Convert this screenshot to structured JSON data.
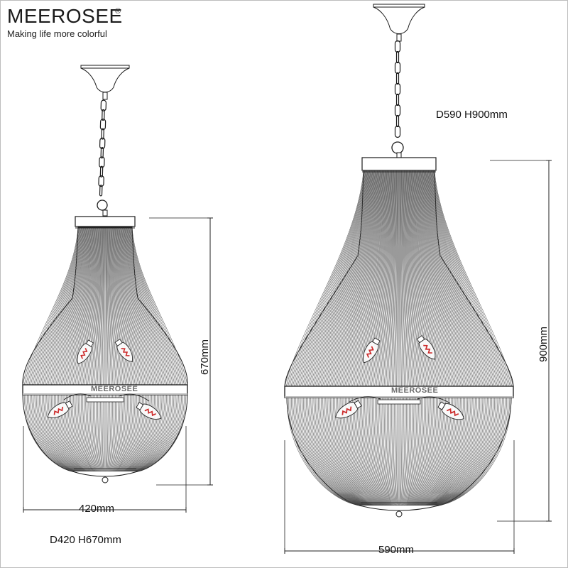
{
  "brand": {
    "name": "MEEROSEE",
    "registered": "®",
    "tagline": "Making life more colorful"
  },
  "small_model": {
    "caption": "D420 H670mm",
    "width_label": "420mm",
    "height_label": "670mm",
    "watermark": "MEEROSEE"
  },
  "large_model": {
    "caption": "D590 H900mm",
    "width_label": "590mm",
    "height_label": "900mm",
    "watermark": "MEEROSEE"
  },
  "colors": {
    "line": "#1a1a1a",
    "bulb_filament": "#cc2a2a",
    "dimension": "#222222"
  }
}
